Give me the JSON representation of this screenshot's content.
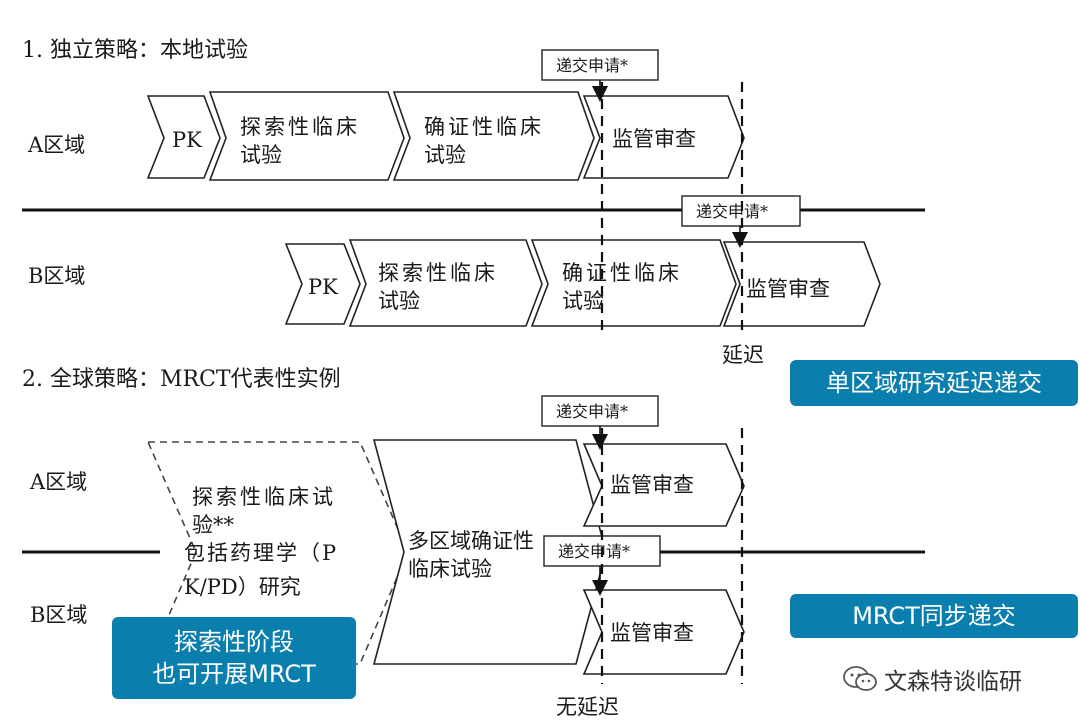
{
  "section1": {
    "title": "1. 独立策略：本地试验",
    "regionA": "A区域",
    "regionB": "B区域",
    "stage_pk": "PK",
    "stage_explore": [
      "探索性临床",
      "试验"
    ],
    "stage_confirm": [
      "确证性临床",
      "试验"
    ],
    "stage_review": "监管审查",
    "submit_label": "递交申请*",
    "delay_label": "延迟"
  },
  "section2": {
    "title": "2. 全球策略：MRCT代表性实例",
    "regionA": "A区域",
    "regionB": "B区域",
    "explore_lines": [
      "探索性临床试",
      "验**",
      "包括药理学（P",
      "K/PD）研究"
    ],
    "mrct_lines": [
      "多区域确证性",
      "临床试验"
    ],
    "stage_review": "监管审查",
    "submit_label": "递交申请*",
    "no_delay_label": "无延迟"
  },
  "badges": {
    "single_region": "单区域研究延迟递交",
    "mrct_sync": "MRCT同步递交",
    "explore_mrct_line1": "探索性阶段",
    "explore_mrct_line2": "也可开展MRCT"
  },
  "watermark": "文森特谈临研",
  "colors": {
    "badge": "#0a7fad",
    "line": "#111111"
  }
}
